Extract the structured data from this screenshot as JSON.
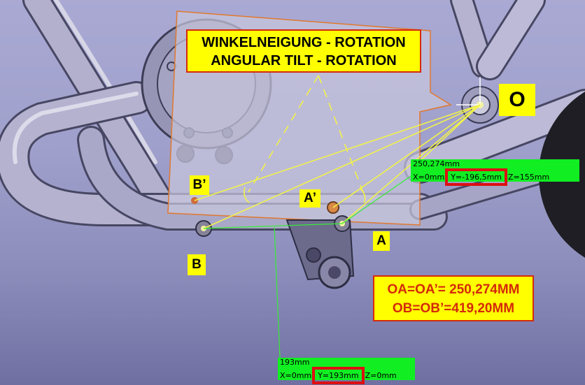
{
  "viewport": {
    "background_top": "#a9a9d4",
    "background_bottom": "#6f6fa2"
  },
  "title_callout": {
    "line1": "WINKELNEIGUNG - ROTATION",
    "line2": "ANGULAR TILT - ROTATION"
  },
  "points": {
    "o": "O",
    "b_prime": "B’",
    "a_prime": "A’",
    "a": "A",
    "b": "B"
  },
  "formula_callout": {
    "line1": "OA=OA’= 250,274MM",
    "line2": "OB=OB’=419,20MM"
  },
  "measure_oa": {
    "length": "250,274mm",
    "x": "X=0mm",
    "y": "Y=-196,5mm",
    "z": "Z=155mm"
  },
  "measure_bb": {
    "length": "193mm",
    "x": "X=0mm",
    "y": "Y=193mm",
    "z": "Z=0mm"
  },
  "colors": {
    "callout_fill": "#ffff00",
    "callout_border": "#d42a0a",
    "measure_fill": "#11ee22",
    "highlight": "#dd0f12",
    "construction_lines": "#f2f24a",
    "plate": "#c8c6dc"
  }
}
